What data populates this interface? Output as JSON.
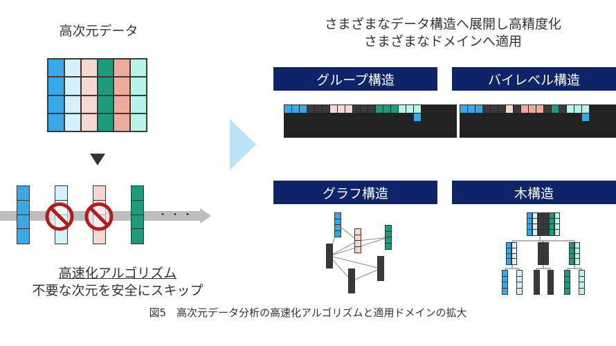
{
  "left_panel": {
    "title": "高次元データ",
    "algorithm_title": "高速化アルゴリズム",
    "algorithm_subtitle": "不要な次元を安全にスキップ",
    "ellipsis": "・・・"
  },
  "right_panel": {
    "heading_line1": "さまざまなデータ構造へ展開し高精度化",
    "heading_line2": "さまざまなドメインへ適用",
    "structures": [
      {
        "label": "グループ構造"
      },
      {
        "label": "バイレベル構造"
      },
      {
        "label": "グラフ構造"
      },
      {
        "label": "木構造"
      }
    ]
  },
  "caption": "図5　高次元データ分析の高速化アルゴリズムと適用ドメインの拡大",
  "colors": {
    "blue": "#3aa7e6",
    "light_blue": "#d6f1fb",
    "pink": "#f7d7d2",
    "teal": "#1e9a7c",
    "salmon": "#eeaa9b",
    "mint": "#b9f4ea",
    "dark": "#3a3a3a",
    "navy": "#0f2468",
    "arrow_light": "#bde3f7",
    "prohibit_red": "#b01d1d"
  }
}
